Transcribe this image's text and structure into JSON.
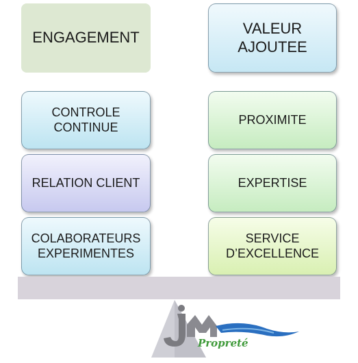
{
  "left_header": {
    "label": "ENGAGEMENT"
  },
  "right_header": {
    "label": "VALEUR\nAJOUTEE"
  },
  "left_items": [
    {
      "label": "CONTROLE\nCONTINUE"
    },
    {
      "label": "RELATION CLIENT"
    },
    {
      "label": "COLABORATEURS\nEXPERIMENTES"
    }
  ],
  "right_items": [
    {
      "label": "PROXIMITE"
    },
    {
      "label": "EXPERTISE"
    },
    {
      "label": "SERVICE\nD’EXCELLENCE"
    }
  ],
  "logo": {
    "text": "Propreté",
    "icon": "jm-proprete-logo"
  },
  "colors": {
    "plank": "#d8d3db",
    "logo_green": "#3f9a3a",
    "logo_blue": "#2a6fc0"
  }
}
